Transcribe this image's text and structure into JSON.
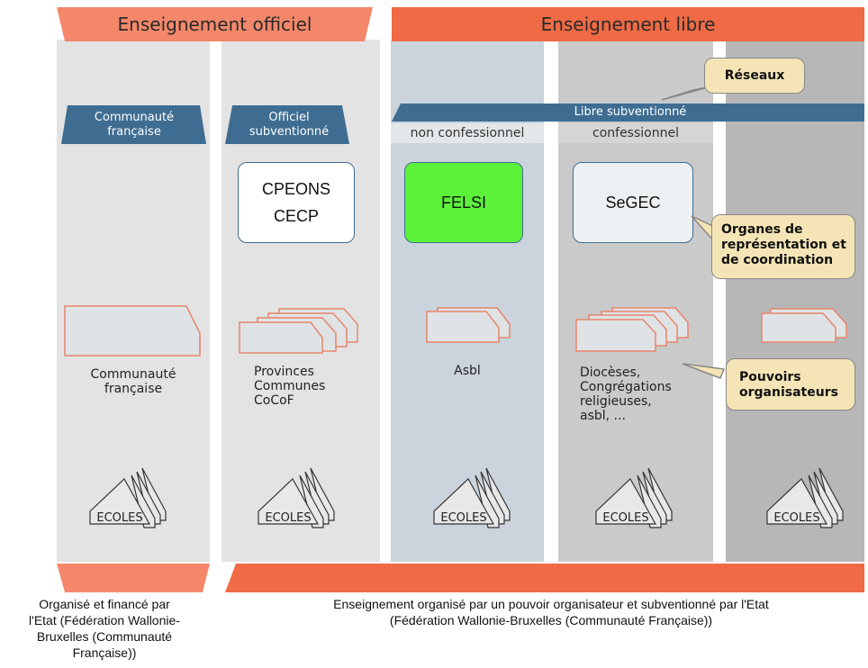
{
  "banners": {
    "officiel": "Enseignement officiel",
    "libre": "Enseignement libre"
  },
  "tabs": {
    "communaute": "Communauté française",
    "officiel_sub": "Officiel subventionné",
    "libre_sub": "Libre subventionné"
  },
  "sublabels": {
    "non_confessionnel": "non confessionnel",
    "confessionnel": "confessionnel"
  },
  "boxes": {
    "cpeons": "CPEONS",
    "cecp": "CECP",
    "felsi": "FELSI",
    "segec": "SeGEC"
  },
  "organisers": {
    "col1": [
      "Communauté",
      "française"
    ],
    "col2": [
      "Provinces",
      "Communes",
      "CoCoF"
    ],
    "col3": [
      "Asbl"
    ],
    "col4": [
      "Diocèses,",
      "Congrégations",
      "religieuses,",
      "asbl,  ..."
    ]
  },
  "school_label": "ECOLES",
  "callouts": {
    "reseaux": "Réseaux",
    "organes": [
      "Organes de",
      "représentation et",
      "de coordination"
    ],
    "pouvoirs": [
      "Pouvoirs",
      "organisateurs"
    ]
  },
  "footers": {
    "left": [
      "Organisé et financé par",
      "l'Etat (Fédération Wallonie-",
      "Bruxelles (Communauté",
      "Française))"
    ],
    "right": [
      "Enseignement organisé par un pouvoir organisateur et subventionné par l'Etat",
      "(Fédération Wallonie-Bruxelles (Communauté Française))"
    ]
  },
  "colors": {
    "banner_officiel": "#f4876a",
    "banner_libre": "#ef6a45",
    "tab_blue": "#3f6d92",
    "felsi_green": "#5cf23a",
    "callout_fill": "#f5e5b6",
    "shape_border": "#e8856a"
  }
}
